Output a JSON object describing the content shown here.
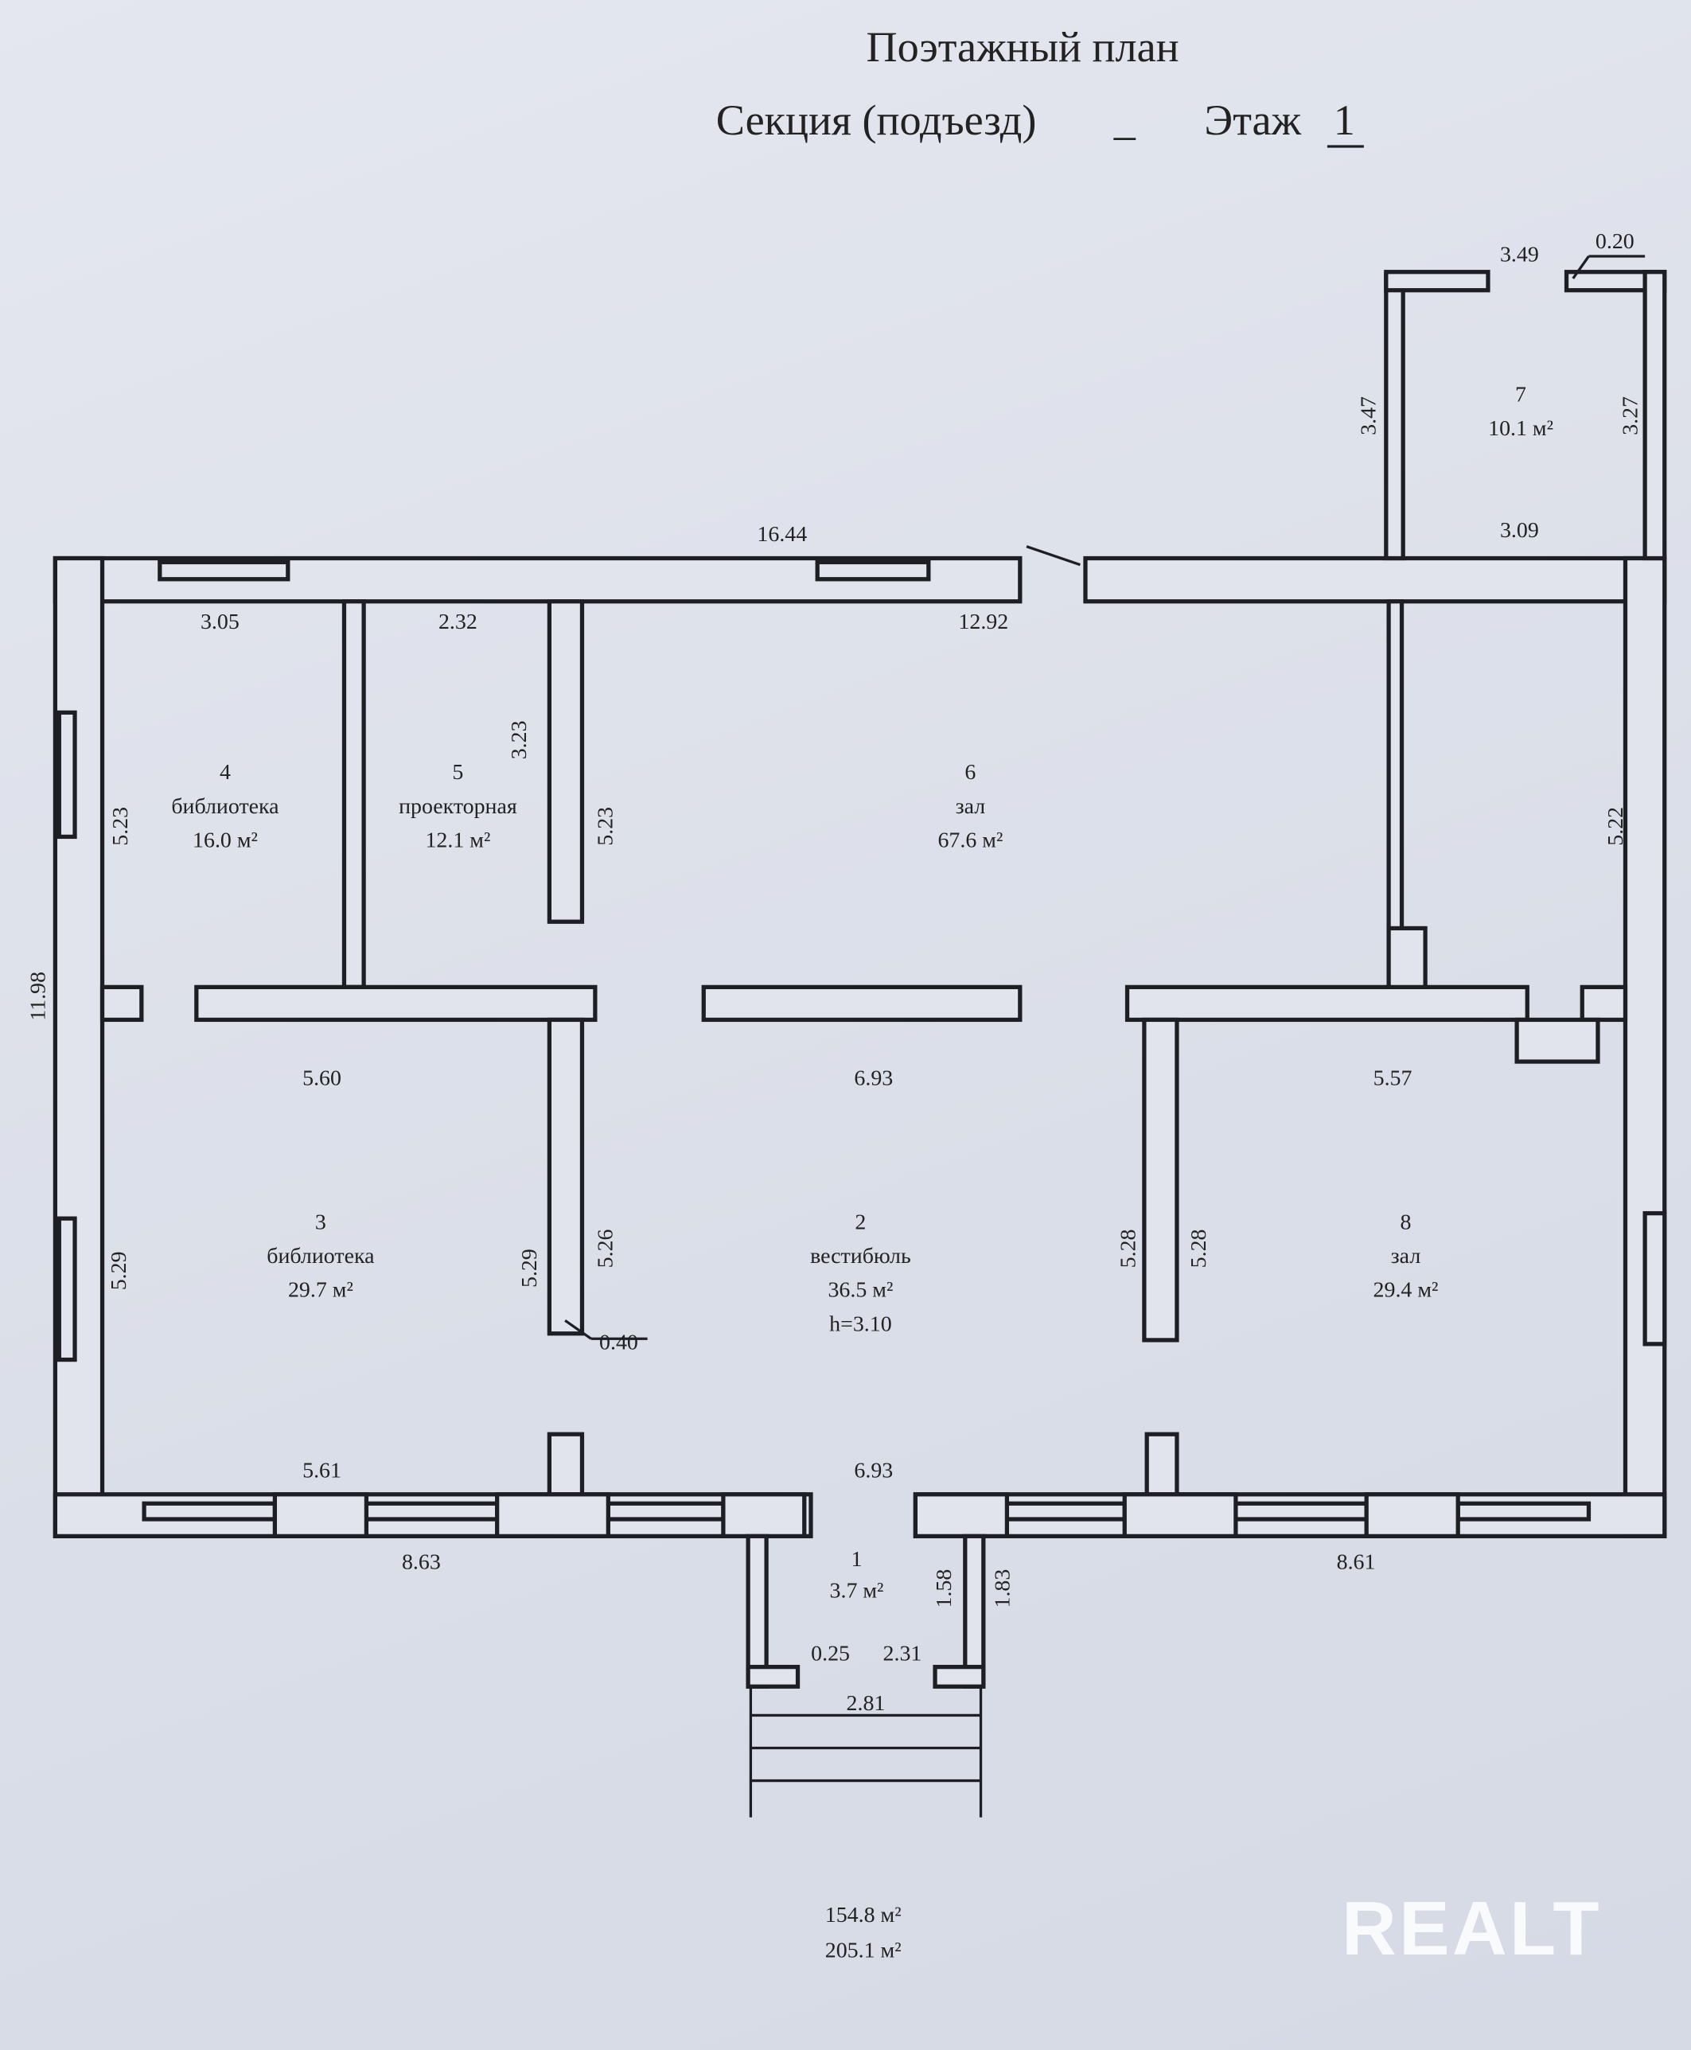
{
  "header": {
    "title": "Поэтажный план",
    "section_label": "Секция (подъезд)",
    "section_value": "_",
    "floor_label": "Этаж",
    "floor_value": "1"
  },
  "rooms": [
    {
      "num": "1",
      "name": "",
      "area": "3.7 м²"
    },
    {
      "num": "2",
      "name": "вестибюль",
      "area": "36.5 м²",
      "height": "h=3.10"
    },
    {
      "num": "3",
      "name": "библиотека",
      "area": "29.7 м²"
    },
    {
      "num": "4",
      "name": "библиотека",
      "area": "16.0 м²"
    },
    {
      "num": "5",
      "name": "проекторная",
      "area": "12.1 м²"
    },
    {
      "num": "6",
      "name": "зал",
      "area": "67.6 м²"
    },
    {
      "num": "7",
      "name": "",
      "area": "10.1 м²"
    },
    {
      "num": "8",
      "name": "зал",
      "area": "29.4 м²"
    }
  ],
  "dimensions": {
    "top_total": "16.44",
    "r4_top": "3.05",
    "r5_top": "2.32",
    "r6_top": "12.92",
    "r7_top": "3.49",
    "r7_wall": "0.20",
    "r7_left": "3.47",
    "r7_right": "3.27",
    "r7_bottom": "3.09",
    "r4_left": "5.23",
    "r5_right_a": "3.23",
    "r5_right_b": "5.23",
    "r6_right": "5.22",
    "left_total": "11.98",
    "r3_top": "5.60",
    "r2_top": "6.93",
    "r8_top": "5.57",
    "r3_left": "5.29",
    "r3_right": "5.29",
    "r2_left": "5.26",
    "r2_right": "5.28",
    "r8_left": "5.28",
    "pillar": "0.40",
    "r3_bottom": "5.61",
    "r2_bottom": "6.93",
    "outer_left_bottom": "8.63",
    "outer_right_bottom": "8.61",
    "r1_left_wall": "0.25",
    "r1_width": "2.31",
    "r1_right_a": "1.58",
    "r1_right_b": "1.83",
    "steps": "2.81"
  },
  "totals": {
    "living": "154.8 м²",
    "total": "205.1 м²"
  },
  "watermark": "REALT"
}
